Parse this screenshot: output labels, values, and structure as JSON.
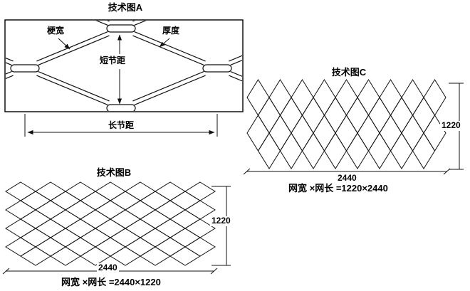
{
  "diagrams": {
    "a": {
      "title": "技术图A",
      "label_strand_width": "梗宽",
      "label_thickness": "厚度",
      "label_short_pitch": "短节距",
      "label_long_pitch": "长节距"
    },
    "b": {
      "title": "技术图B",
      "dim_height": "1220",
      "dim_width": "2440",
      "formula": "网宽 ×网长 =2440×1220"
    },
    "c": {
      "title": "技术图C",
      "dim_height": "1220",
      "dim_width": "2440",
      "formula": "网宽 ×网长 =1220×2440"
    }
  }
}
